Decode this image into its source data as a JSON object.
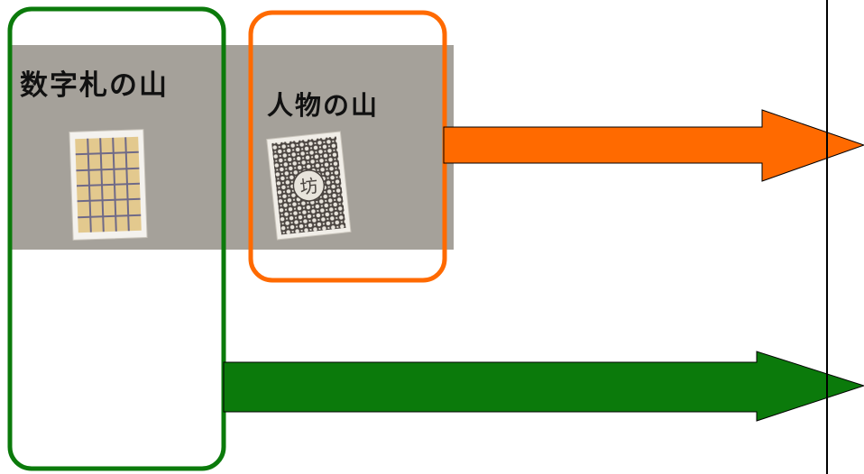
{
  "photo": {
    "left_label": "数字札の山",
    "right_label": "人物の山",
    "card_glyph": "坊"
  },
  "colors": {
    "green": "#0b7a0b",
    "orange": "#ff6a00",
    "photo_bg": "#a8a49e",
    "divider": "#000000",
    "card_grid": "#e3c98e",
    "card_pattern": "#4a4440"
  }
}
